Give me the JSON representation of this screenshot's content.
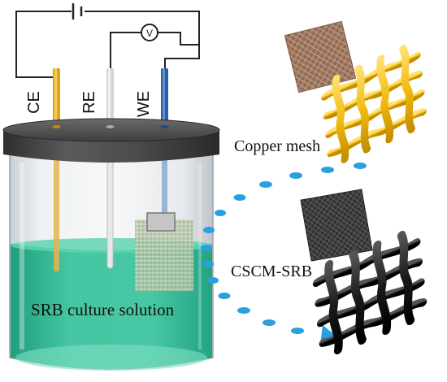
{
  "electrodes": {
    "ce": "CE",
    "re": "RE",
    "we": "WE"
  },
  "voltmeter_symbol": "V",
  "labels": {
    "copper_mesh": "Copper mesh",
    "cscm_srb": "CSCM-SRB",
    "solution": "SRB culture solution"
  },
  "colors": {
    "solution": "#3fbf9b",
    "lid": "#4a4a4a",
    "ce_wire": "#e0a41a",
    "re_wire": "#cfcfcf",
    "we_wire": "#2c5ea8",
    "dots": "#2aa0e0",
    "gold_mesh": "#f2bc12",
    "black_mesh": "#1a1a1a",
    "copper_photo": "#a9806a",
    "dark_photo": "#3d3d3d"
  },
  "icons": [
    "battery-icon",
    "voltmeter-icon",
    "arrow-head-icon"
  ]
}
